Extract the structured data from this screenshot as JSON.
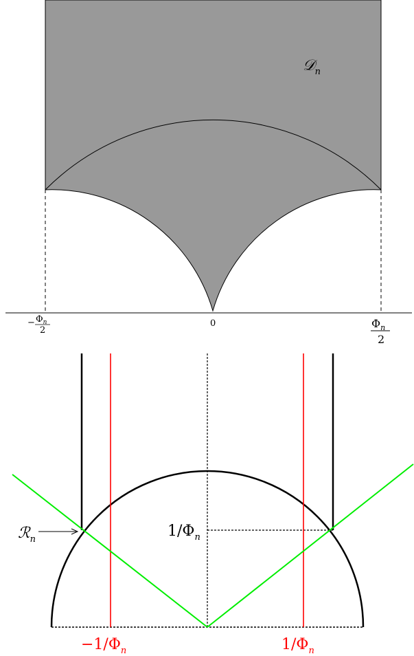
{
  "top_panel": {
    "region_label": "𝒟",
    "region_subscript": "n",
    "tick_left": "−",
    "tick_left_num": "Φ",
    "tick_left_sub": "n",
    "tick_left_den": "2",
    "tick_center": "0",
    "tick_right_num": "Φ",
    "tick_right_sub": "n",
    "tick_right_den": "2",
    "fill_color": "#999999"
  },
  "bottom_panel": {
    "region_label": "ℛ",
    "region_subscript": "n",
    "height_label": "1/Φ",
    "height_subscript": "n",
    "tick_left": "−1/Φ",
    "tick_left_sub": "n",
    "tick_right": "1/Φ",
    "tick_right_sub": "n",
    "colors": {
      "boundary": "#000000",
      "red_lines": "#ff0000",
      "green_lines": "#00ee00"
    }
  }
}
